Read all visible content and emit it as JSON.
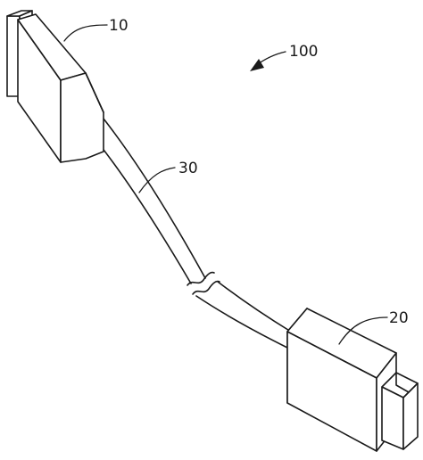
{
  "figure": {
    "labels": {
      "assembly": "100",
      "first_connector": "10",
      "second_connector": "20",
      "cable": "30"
    },
    "line_color": "#1a1a1a",
    "background": "#ffffff"
  }
}
